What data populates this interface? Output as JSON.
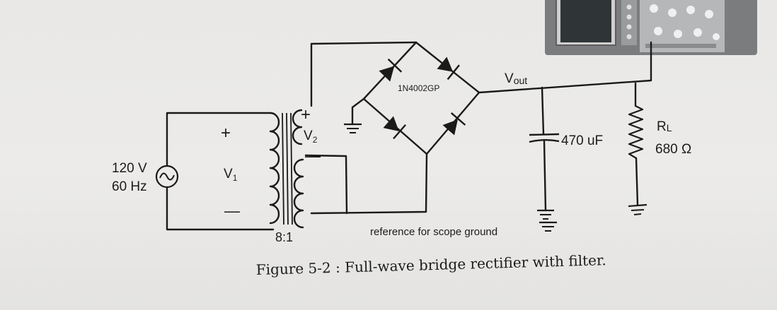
{
  "source": {
    "voltage": "120 V",
    "frequency": "60 Hz",
    "symbol": "ac-source-icon"
  },
  "transformer": {
    "primary_plus": "+",
    "primary_label": "V",
    "primary_sub": "1",
    "primary_minus": "—",
    "secondary_plus": "+",
    "secondary_label": "V",
    "secondary_sub": "2",
    "secondary_minus": "—",
    "ratio": "8:1"
  },
  "bridge": {
    "diode_part": "1N4002GP"
  },
  "output": {
    "label": "V",
    "label_sub": "out"
  },
  "capacitor": {
    "value": "470 uF"
  },
  "load": {
    "label": "R",
    "label_sub": "L",
    "value": "680 Ω"
  },
  "ground_note": "reference for scope ground",
  "caption": "Figure 5-2 : Full-wave bridge rectifier with filter."
}
